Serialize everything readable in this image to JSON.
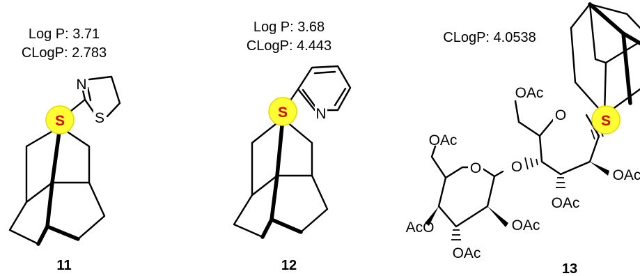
{
  "compounds": [
    {
      "number": "11",
      "properties": [
        "Log P: 3.71",
        "CLogP: 2.783"
      ],
      "atoms": {
        "sulfur_marked": "S",
        "ring_sulfur": "S",
        "ring_nitrogen": "N"
      }
    },
    {
      "number": "12",
      "properties": [
        "Log P: 3.68",
        "CLogP: 4.443"
      ],
      "atoms": {
        "sulfur_marked": "S",
        "ring_nitrogen": "N"
      }
    },
    {
      "number": "13",
      "properties": [
        "CLogP: 4.0538"
      ],
      "atoms": {
        "sulfur_marked": "S",
        "ring_oxygen_inner": "O",
        "ring_oxygen_outer": "O",
        "linker_oxygen": "O",
        "acetate_label": "OAc",
        "acetate_label_left": "AcO"
      }
    }
  ],
  "colors": {
    "highlight": "#ffff33",
    "sulfur": "#e00000"
  }
}
